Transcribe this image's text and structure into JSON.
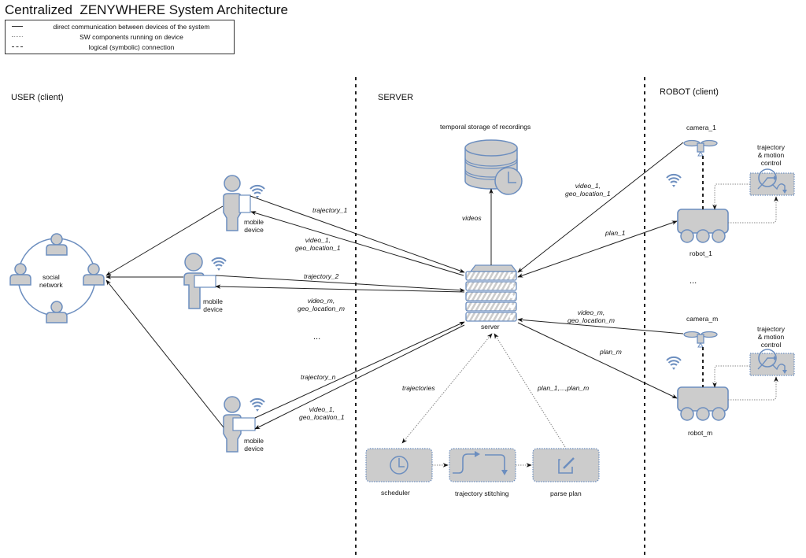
{
  "title": "Centralized  ZENYWHERE System Architecture",
  "legend": [
    {
      "style": "solid",
      "label": "direct communication between devices of the system"
    },
    {
      "style": "dotted",
      "label": "SW components running on device"
    },
    {
      "style": "dashed",
      "label": "logical (symbolic) connection"
    }
  ],
  "sections": {
    "user": "USER (client)",
    "server": "SERVER",
    "robot": "ROBOT (client)"
  },
  "colors": {
    "icon_fill": "#cccccc",
    "icon_stroke": "#6c8ebf",
    "line": "#333333"
  },
  "nodes": {
    "social_network": "social\nnetwork",
    "mobile_device_1": "mobile\ndevice",
    "mobile_device_2": "mobile\ndevice",
    "mobile_device_n": "mobile\ndevice",
    "storage": "temporal storage of recordings",
    "server": "server",
    "camera_1": "camera_1",
    "camera_m": "camera_m",
    "robot_1": "robot_1",
    "robot_m": "robot_m",
    "motion_control_1": "trajectory\n& motion\ncontrol",
    "motion_control_m": "trajectory\n& motion\ncontrol",
    "scheduler": "scheduler",
    "trajectory_stitching": "trajectory stitching",
    "parse_plan": "parse plan",
    "ellipsis_users": "...",
    "ellipsis_robots": "..."
  },
  "edges": {
    "trajectory_1": "trajectory_1",
    "video_1_user1": "video_1,\ngeo_location_1",
    "trajectory_2": "trajectory_2",
    "video_m_user2": "video_m,\ngeo_location_m",
    "trajectory_n": "trajectory_n",
    "video_1_usern": "video_1,\ngeo_location_1",
    "videos": "videos",
    "video_1_robot": "video_1,\ngeo_location_1",
    "plan_1": "plan_1",
    "video_m_robot": "video_m,\ngeo_location_m",
    "plan_m": "plan_m",
    "trajectories": "trajectories",
    "plans": "plan_1,...,plan_m"
  }
}
